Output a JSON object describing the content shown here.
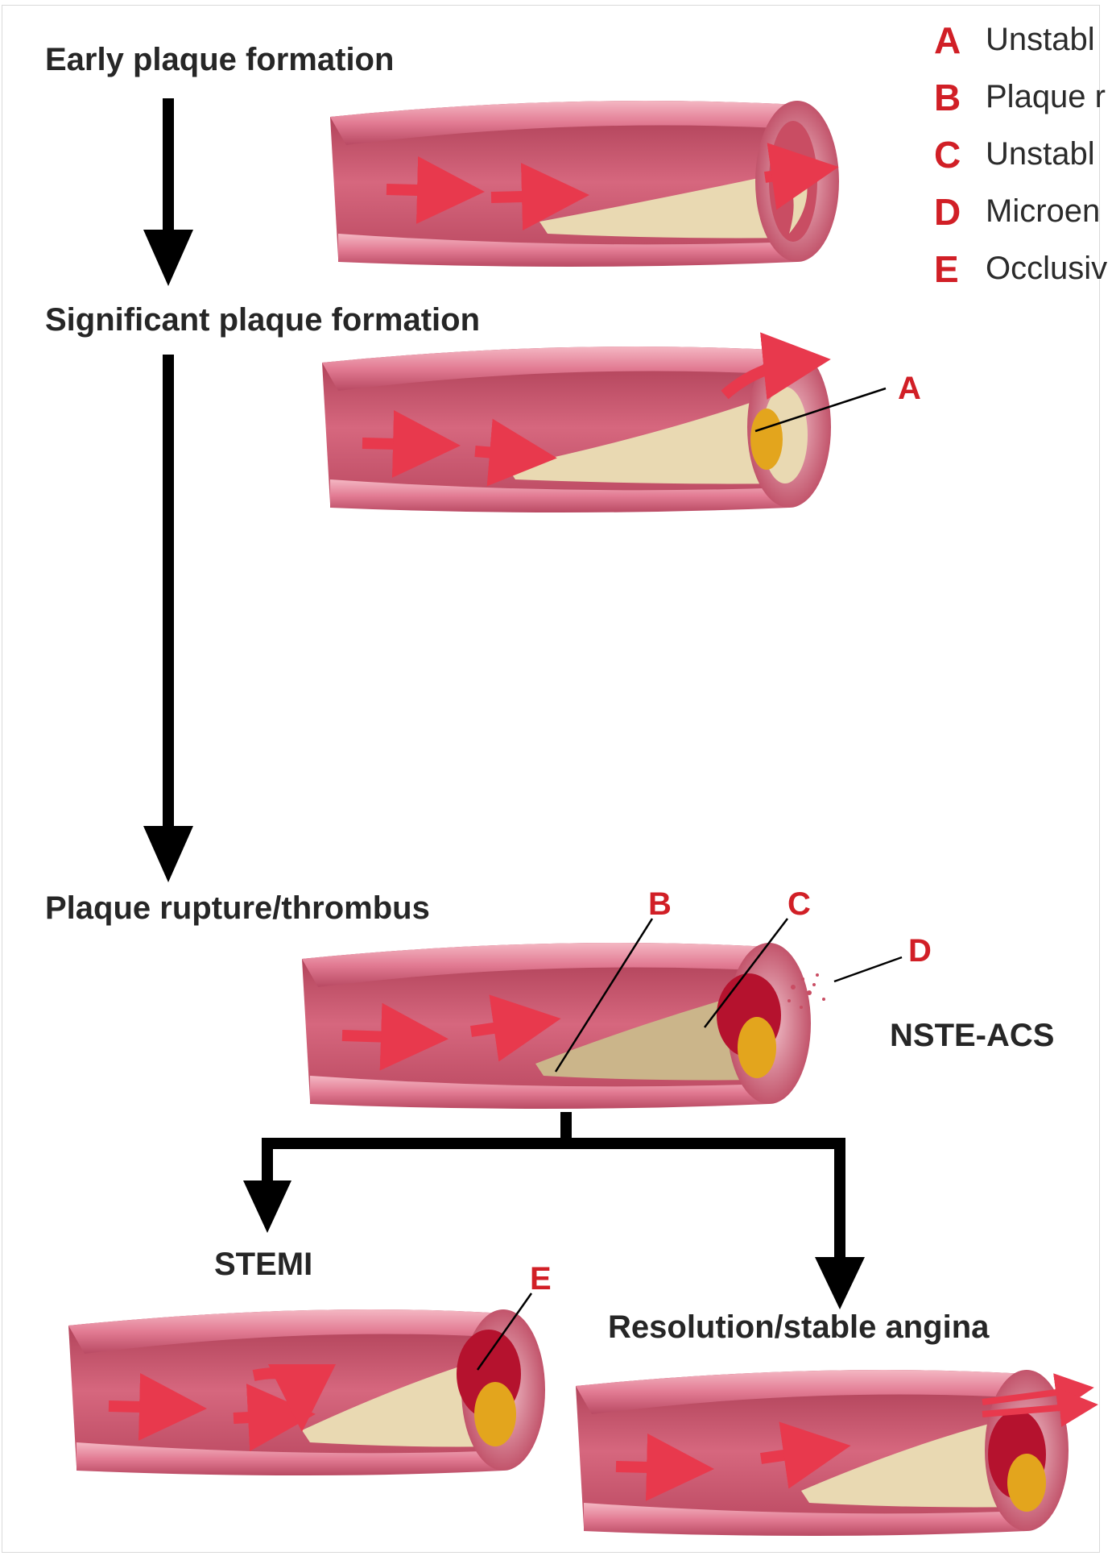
{
  "colors": {
    "accent_red": "#d11f26",
    "text_dark": "#262626",
    "arrow_black": "#000000",
    "vessel_wall": "#e67f95",
    "vessel_lumen": "#c94d63",
    "plaque": "#e9d9b2",
    "lipid_core": "#e3a51d",
    "thrombus": "#b5122e"
  },
  "legend": [
    {
      "letter": "A",
      "text": "Unstabl"
    },
    {
      "letter": "B",
      "text": "Plaque r"
    },
    {
      "letter": "C",
      "text": "Unstabl"
    },
    {
      "letter": "D",
      "text": "Microen"
    },
    {
      "letter": "E",
      "text": "Occlusiv"
    }
  ],
  "stages": {
    "early": "Early plaque formation",
    "significant": "Significant plaque formation",
    "rupture": "Plaque rupture/thrombus",
    "stemi": "STEMI",
    "resolution": "Resolution/stable angina",
    "nste": "NSTE-ACS"
  },
  "callouts": {
    "a": "A",
    "b": "B",
    "c": "C",
    "d": "D",
    "e": "E"
  },
  "icons": {
    "flow_arrows": "red-blood-flow-arrow",
    "vessels": "artery-cross-section"
  }
}
